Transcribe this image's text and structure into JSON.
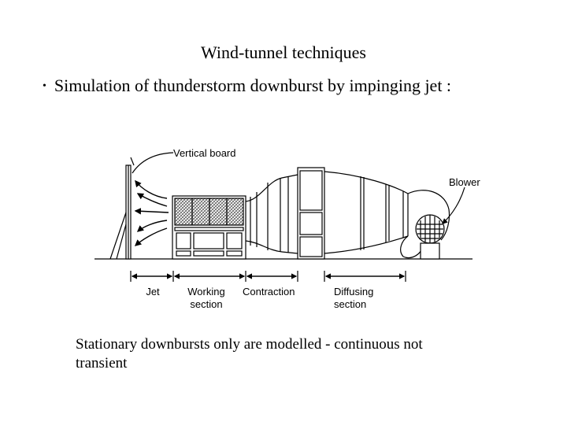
{
  "title": "Wind-tunnel techniques",
  "bullet": {
    "symbol": "•",
    "text": "Simulation of thunderstorm downburst by impinging jet :"
  },
  "diagram": {
    "labels": {
      "vertical_board": "Vertical board",
      "blower": "Blower",
      "jet": "Jet",
      "working_l1": "Working",
      "working_l2": "section",
      "contraction": "Contraction",
      "diffusing_l1": "Diffusing",
      "diffusing_l2": "section"
    }
  },
  "note": "Stationary downbursts only are modelled - continuous not transient",
  "colors": {
    "text": "#000000",
    "background": "#ffffff",
    "hatch": "#555555"
  }
}
